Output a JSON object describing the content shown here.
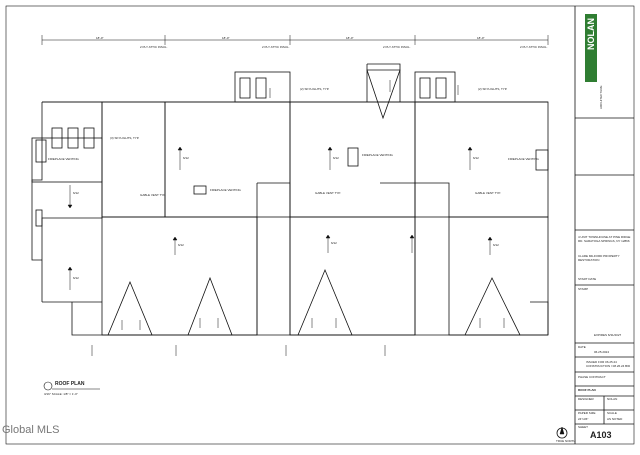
{
  "plan": {
    "title": "ROOF PLAN",
    "scale": "3/16\" SCALE: 1/8\" = 1'-0\""
  },
  "dimensions": {
    "top": [
      "18'-0\"",
      "18'-0\"",
      "18'-0\"",
      "18'-0\""
    ]
  },
  "notes": {
    "fireplace": "FIREPLACE VENTING",
    "skylights": "(3) SKYLIGHTS, TYP.",
    "skylights_two": "(2) SKYLIGHTS, TYP.",
    "gable_vent": "GABLE VENT TYP.",
    "two_ply": "2 PLY ATTIC INSUL.",
    "slope": "6/12"
  },
  "title_block": {
    "firm": "NOLAN",
    "firm_sub": "ARCHITECTURE",
    "address": "4 UNIT TOWNHOUSE AT PINE RIDGE RD. SARATOGA SPRINGS, NY 12866",
    "client": "CLARE MILFORD PROPERTY RESTORATION",
    "start_date_label": "START DATE",
    "stamp": "STAMP",
    "expires": "EXPIRES 6/31/2027",
    "date_label": "DATE",
    "date_value": "06.25.2024",
    "revisions": "ISSUED FOR 06.25.24 CONSTRUCTION / 08.26.24 BID",
    "phase": "PHASE CONTRACT",
    "drawing_title": "ROOF PLAN",
    "designer_label": "DESIGNER",
    "designer": "NOLAN",
    "paper_size_label": "PAPER SIZE",
    "paper_size": "24\"x36\"",
    "scale_label": "SCALE",
    "scale": "AS NOTED",
    "sheet_label": "SHEET",
    "sheet": "A103"
  },
  "watermark": "Global MLS",
  "north_arrow": "TRUE NORTH"
}
